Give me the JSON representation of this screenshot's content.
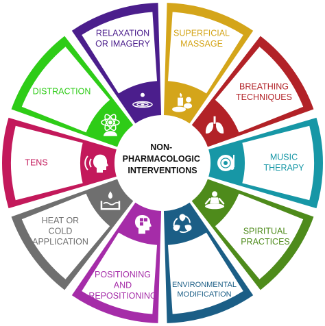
{
  "center": {
    "lines": [
      "NON-",
      "PHARMACOLOGIC",
      "INTERVENTIONS"
    ]
  },
  "segments": [
    {
      "id": "superficial-massage",
      "lines": [
        "SUPERFICIAL",
        "MASSAGE"
      ],
      "color": "#D4A51A",
      "icon": "candle-stones-icon"
    },
    {
      "id": "breathing-techniques",
      "lines": [
        "BREATHING",
        "TECHNIQUES"
      ],
      "color": "#B22227",
      "icon": "lungs-icon"
    },
    {
      "id": "music-therapy",
      "lines": [
        "MUSIC",
        "THERAPY"
      ],
      "color": "#1797A6",
      "icon": "vinyl-record-icon"
    },
    {
      "id": "spiritual-practices",
      "lines": [
        "SPIRITUAL",
        "PRACTICES"
      ],
      "color": "#4E8B1B",
      "icon": "meditation-icon"
    },
    {
      "id": "environmental-modification",
      "lines": [
        "ENVIRONMENTAL",
        "MODIFICATION"
      ],
      "color": "#1B5E86",
      "icon": "recycle-leaves-icon"
    },
    {
      "id": "positioning-and-repositioning",
      "lines": [
        "POSITIONING",
        "AND",
        "REPOSITIONING"
      ],
      "color": "#A52CA8",
      "icon": "head-puzzle-icon"
    },
    {
      "id": "heat-or-cold-application",
      "lines": [
        "HEAT OR",
        "COLD",
        "APPLICATION"
      ],
      "color": "#6F6F6F",
      "icon": "water-heat-icon"
    },
    {
      "id": "tens",
      "lines": [
        "TENS"
      ],
      "color": "#C3195B",
      "icon": "head-waves-icon"
    },
    {
      "id": "distraction",
      "lines": [
        "DISTRACTION"
      ],
      "color": "#2ECC17",
      "icon": "atom-head-icon"
    },
    {
      "id": "relaxation-or-imagery",
      "lines": [
        "RELAXATION",
        "OR IMAGERY"
      ],
      "color": "#4B1E8C",
      "icon": "water-ripple-icon"
    }
  ]
}
